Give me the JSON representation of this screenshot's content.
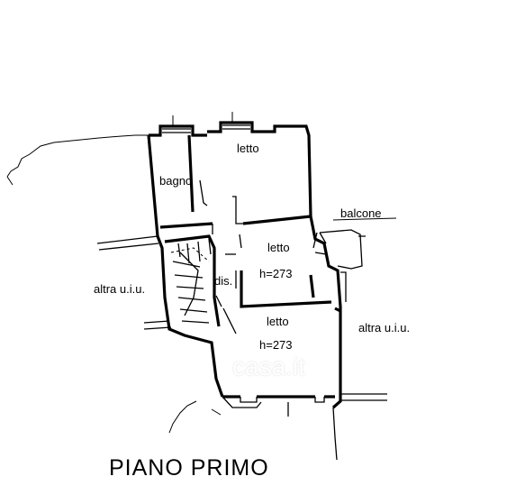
{
  "plan": {
    "title": "PIANO PRIMO",
    "watermark": "casa.it",
    "rooms": {
      "letto_top": {
        "name": "letto"
      },
      "bagno": {
        "name": "bagno"
      },
      "balcone": {
        "name": "balcone"
      },
      "letto_mid": {
        "name": "letto",
        "height": "h=273"
      },
      "dis": {
        "name": "dis."
      },
      "letto_low": {
        "name": "letto",
        "height": "h=273"
      },
      "altra_left": {
        "name": "altra u.i.u."
      },
      "altra_right": {
        "name": "altra u.i.u."
      }
    }
  }
}
